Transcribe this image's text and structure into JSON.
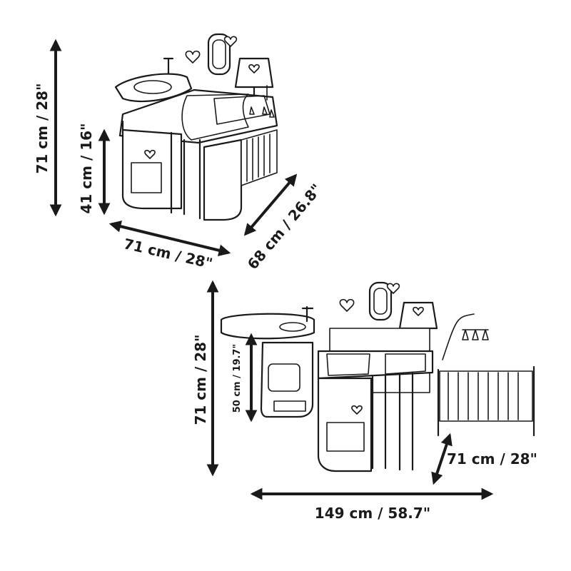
{
  "dimensions": {
    "top_height_total": "71 cm / 28\"",
    "top_height_inner": "41 cm / 16\"",
    "top_width": "71 cm / 28\"",
    "top_depth": "68 cm / 26.8\"",
    "bottom_height_total": "71 cm / 28\"",
    "bottom_height_inner": "50 cm / 19.7\"",
    "bottom_depth": "71 cm / 28\"",
    "bottom_width": "149 cm / 58.7\""
  },
  "colors": {
    "line": "#1a1a1a",
    "background": "#ffffff"
  }
}
